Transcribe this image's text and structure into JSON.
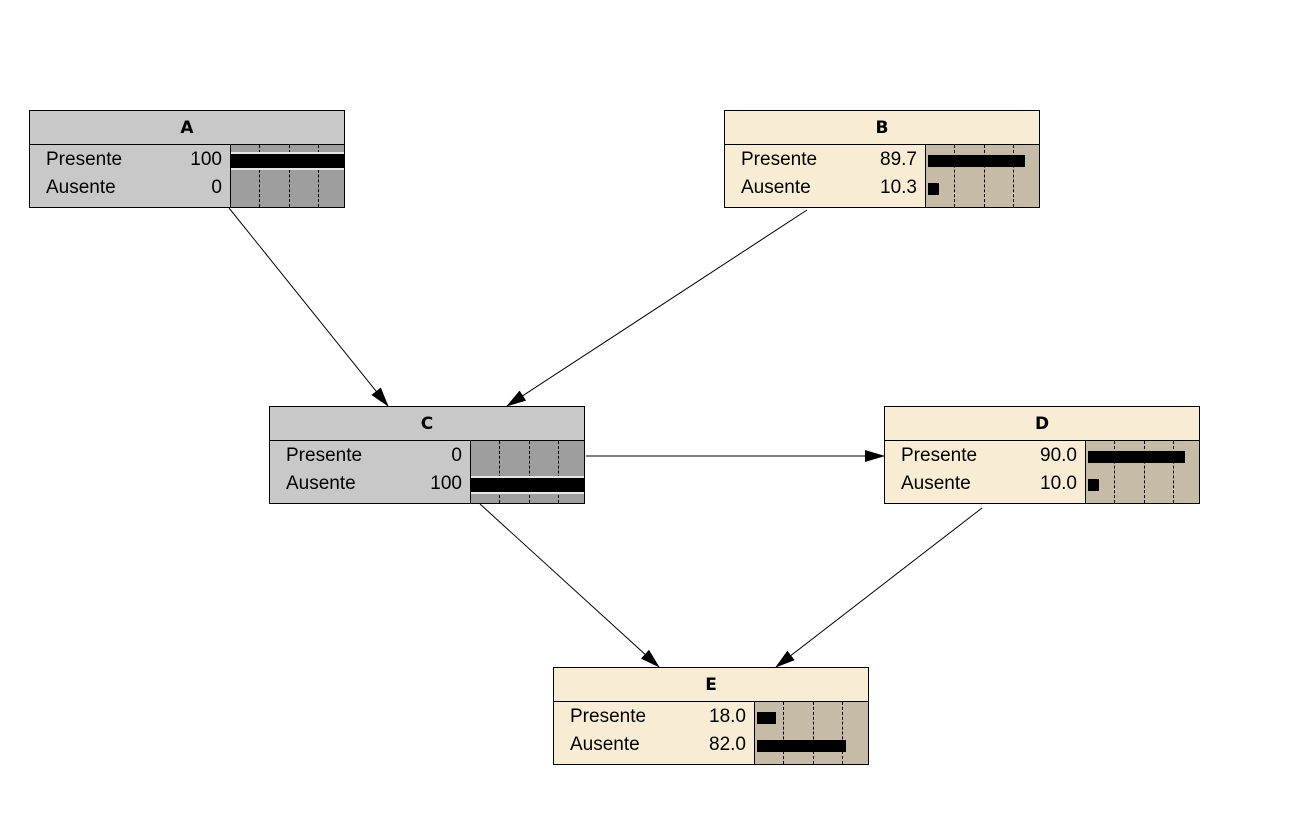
{
  "nodes": [
    {
      "id": "A",
      "title": "A",
      "evidence": true,
      "states": [
        {
          "name": "Presente",
          "value": "100",
          "percent": 100
        },
        {
          "name": "Ausente",
          "value": "0",
          "percent": 0
        }
      ]
    },
    {
      "id": "B",
      "title": "B",
      "evidence": false,
      "states": [
        {
          "name": "Presente",
          "value": "89.7",
          "percent": 89.7
        },
        {
          "name": "Ausente",
          "value": "10.3",
          "percent": 10.3
        }
      ]
    },
    {
      "id": "C",
      "title": "C",
      "evidence": true,
      "states": [
        {
          "name": "Presente",
          "value": "0",
          "percent": 0
        },
        {
          "name": "Ausente",
          "value": "100",
          "percent": 100
        }
      ]
    },
    {
      "id": "D",
      "title": "D",
      "evidence": false,
      "states": [
        {
          "name": "Presente",
          "value": "90.0",
          "percent": 90.0
        },
        {
          "name": "Ausente",
          "value": "10.0",
          "percent": 10.0
        }
      ]
    },
    {
      "id": "E",
      "title": "E",
      "evidence": false,
      "states": [
        {
          "name": "Presente",
          "value": "18.0",
          "percent": 18.0
        },
        {
          "name": "Ausente",
          "value": "82.0",
          "percent": 82.0
        }
      ]
    }
  ],
  "edges": [
    {
      "from": "A",
      "to": "C"
    },
    {
      "from": "B",
      "to": "C"
    },
    {
      "from": "C",
      "to": "D"
    },
    {
      "from": "C",
      "to": "E"
    },
    {
      "from": "D",
      "to": "E"
    }
  ],
  "colors": {
    "evidence_node": "#c8c8c8",
    "node": "#f8ecd4",
    "bar": "#000000"
  }
}
